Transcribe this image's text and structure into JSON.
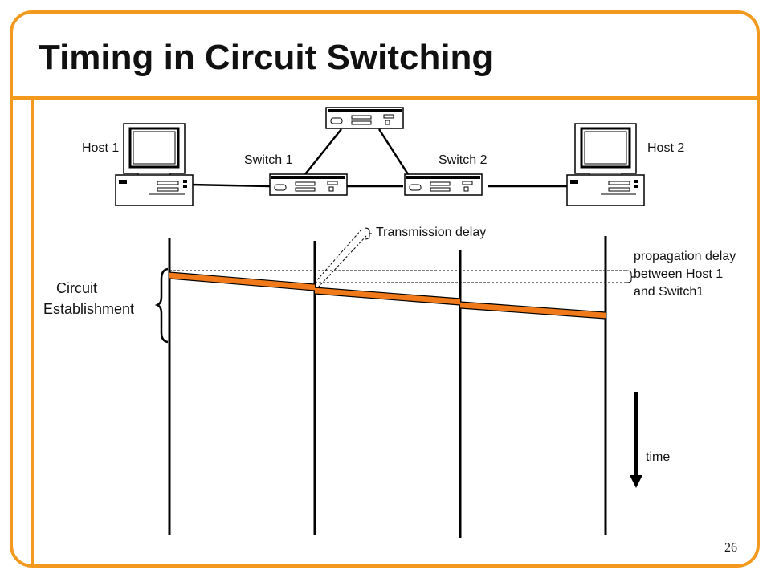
{
  "slide": {
    "title": "Timing in Circuit Switching",
    "page_number": "26",
    "accent_color": "#f39a1e"
  },
  "network": {
    "host1_label": "Host 1",
    "host2_label": "Host 2",
    "switch1_label": "Switch 1",
    "switch2_label": "Switch 2"
  },
  "timeline": {
    "bracket_label_line1": "Circuit",
    "bracket_label_line2": "Establishment",
    "transmission_delay_label": "Transmission delay",
    "propagation_label_line1": "propagation delay",
    "propagation_label_line2": "between Host 1",
    "propagation_label_line3": "and Switch1",
    "time_label": "time",
    "signal_color": "#f07a1a"
  }
}
